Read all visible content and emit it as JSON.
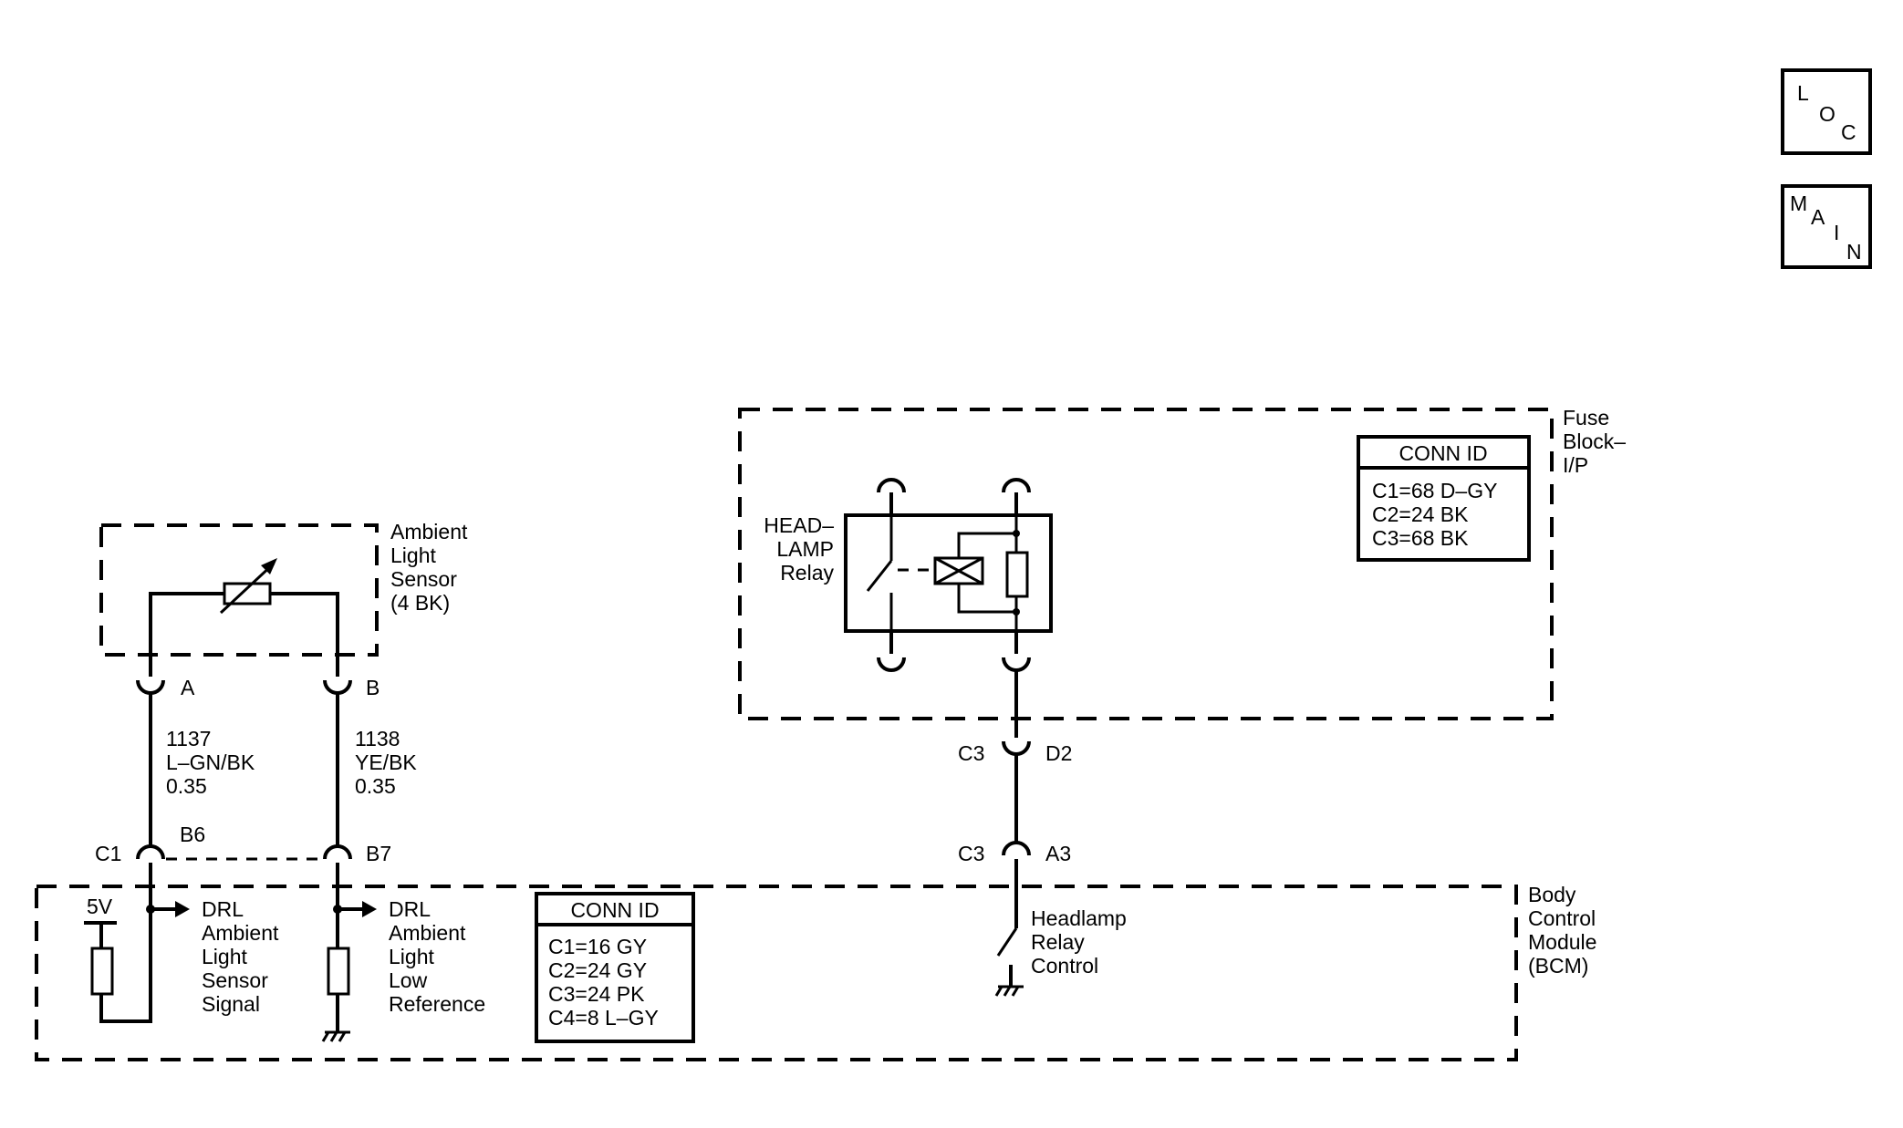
{
  "nav": {
    "loc": {
      "letters": [
        "L",
        "O",
        "C"
      ]
    },
    "main": {
      "letters": [
        "M",
        "A",
        "I",
        "N"
      ]
    }
  },
  "components": {
    "ambient_sensor": {
      "label": [
        "Ambient",
        "Light",
        "Sensor",
        "(4 BK)"
      ],
      "pin_a": "A",
      "pin_b": "B"
    },
    "fuse_block": {
      "label": [
        "Fuse",
        "Block–",
        "I/P"
      ]
    },
    "headlamp_relay": {
      "label": [
        "HEAD–",
        "LAMP",
        "Relay"
      ]
    },
    "bcm": {
      "label": [
        "Body",
        "Control",
        "Module",
        "(BCM)"
      ]
    }
  },
  "conn_fuse": {
    "title": "CONN ID",
    "rows": [
      "C1=68 D–GY",
      "C2=24 BK",
      "C3=68 BK"
    ]
  },
  "conn_bcm": {
    "title": "CONN ID",
    "rows": [
      "C1=16 GY",
      "C2=24 GY",
      "C3=24 PK",
      "C4=8 L–GY"
    ]
  },
  "wires": {
    "w1137": [
      "1137",
      "L–GN/BK",
      "0.35"
    ],
    "w1138": [
      "1138",
      "YE/BK",
      "0.35"
    ]
  },
  "connectors": {
    "c1": "C1",
    "b6": "B6",
    "b7": "B7",
    "c3_upper": "C3",
    "d2": "D2",
    "c3_lower": "C3",
    "a3": "A3"
  },
  "bcm_labels": {
    "five_v": "5V",
    "signal": [
      "DRL",
      "Ambient",
      "Light",
      "Sensor",
      "Signal"
    ],
    "low_ref": [
      "DRL",
      "Ambient",
      "Light",
      "Low",
      "Reference"
    ],
    "relay_ctrl": [
      "Headlamp",
      "Relay",
      "Control"
    ]
  }
}
